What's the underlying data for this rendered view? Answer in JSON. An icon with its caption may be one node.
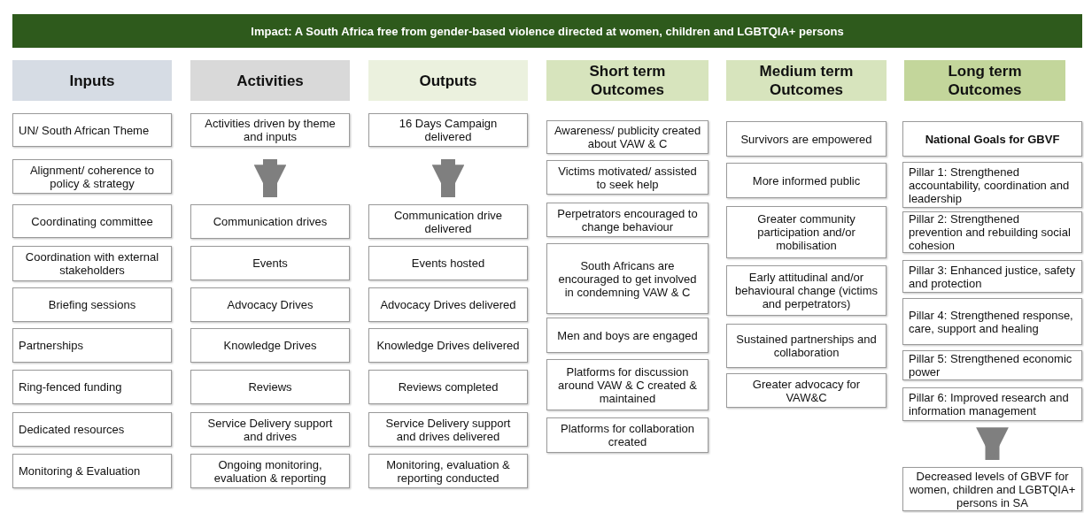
{
  "diagram": {
    "nodes": [
      {
        "text": [
          "Impact: A South Africa free from gender-based violence directed at women, children and LGBTQIA+ persons"
        ]
      },
      {
        "text": [
          "Inputs"
        ]
      },
      {
        "text": [
          "UN/ South African Theme"
        ]
      },
      {
        "text": [
          "Alignment/ coherence to policy & strategy"
        ]
      },
      {
        "text": [
          "Coordinating committee"
        ]
      },
      {
        "text": [
          "Coordination with external stakeholders"
        ]
      },
      {
        "text": [
          "Briefing sessions"
        ]
      },
      {
        "text": [
          "Partnerships"
        ]
      },
      {
        "text": [
          "Ring-fenced funding"
        ]
      },
      {
        "text": [
          "Dedicated resources"
        ]
      },
      {
        "text": [
          "Monitoring & Evaluation"
        ]
      },
      {
        "text": [
          "Activities"
        ]
      },
      {
        "text": [
          "Activities driven by theme and inputs"
        ]
      },
      {
        "text": [
          "Communication drives"
        ]
      },
      {
        "text": [
          "Events"
        ]
      },
      {
        "text": [
          "Advocacy Drives"
        ]
      },
      {
        "text": [
          "Knowledge Drives"
        ]
      },
      {
        "text": [
          "Reviews"
        ]
      },
      {
        "text": [
          "Service Delivery support and drives"
        ]
      },
      {
        "text": [
          "Ongoing monitoring, evaluation & reporting"
        ]
      },
      {
        "text": [
          "Outputs"
        ]
      },
      {
        "text": [
          "16 Days Campaign delivered"
        ]
      },
      {
        "text": [
          "Communication drive delivered"
        ]
      },
      {
        "text": [
          "Events hosted"
        ]
      },
      {
        "text": [
          "Advocacy Drives delivered"
        ]
      },
      {
        "text": [
          "Knowledge Drives delivered"
        ]
      },
      {
        "text": [
          "Reviews completed"
        ]
      },
      {
        "text": [
          "Service Delivery support and drives delivered"
        ]
      },
      {
        "text": [
          "Monitoring, evaluation & reporting conducted"
        ]
      },
      {
        "text": [
          "Short term Outcomes"
        ]
      },
      {
        "text": [
          "Awareness/ publicity created about VAW & C"
        ]
      },
      {
        "text": [
          "Victims motivated/ assisted to seek help"
        ]
      },
      {
        "text": [
          "Perpetrators encouraged to change behaviour"
        ]
      },
      {
        "text": [
          "South Africans are encouraged to get involved in condemning VAW & C"
        ]
      },
      {
        "text": [
          "Men and boys are engaged"
        ]
      },
      {
        "text": [
          "Platforms for discussion around VAW & C created & maintained"
        ]
      },
      {
        "text": [
          "Platforms for collaboration created"
        ]
      },
      {
        "text": [
          "Medium term Outcomes"
        ]
      },
      {
        "text": [
          "Survivors are empowered"
        ]
      },
      {
        "text": [
          "More informed public"
        ]
      },
      {
        "text": [
          "Greater community participation and/or mobilisation"
        ]
      },
      {
        "text": [
          "Early attitudinal and/or behavioural change (victims and perpetrators)"
        ]
      },
      {
        "text": [
          "Sustained partnerships and collaboration"
        ]
      },
      {
        "text": [
          "Greater advocacy for VAW&C"
        ]
      },
      {
        "text": [
          "Long term Outcomes"
        ]
      },
      {
        "text": [
          "National Goals for GBVF"
        ]
      },
      {
        "text": [
          "Pillar 1: Strengthened accountability, coordination and leadership"
        ]
      },
      {
        "text": [
          "Pillar 2: Strengthened prevention and rebuilding social cohesion"
        ]
      },
      {
        "text": [
          "Pillar 3: Enhanced justice, safety and protection"
        ]
      },
      {
        "text": [
          "Pillar 4: Strengthened response, care, support and healing"
        ]
      },
      {
        "text": [
          "Pillar 5: Strengthened economic power"
        ]
      },
      {
        "text": [
          "Pillar 6: Improved research and information management"
        ]
      },
      {
        "text": [
          "Decreased levels of GBVF for women, children and LGBTQIA+ persons in SA"
        ]
      }
    ],
    "edges": [
      {
        "from": 12,
        "to": 13,
        "arrow": "to"
      },
      {
        "from": 21,
        "to": 22,
        "arrow": "to"
      },
      {
        "from": 51,
        "to": 52,
        "arrow": "to"
      }
    ]
  }
}
